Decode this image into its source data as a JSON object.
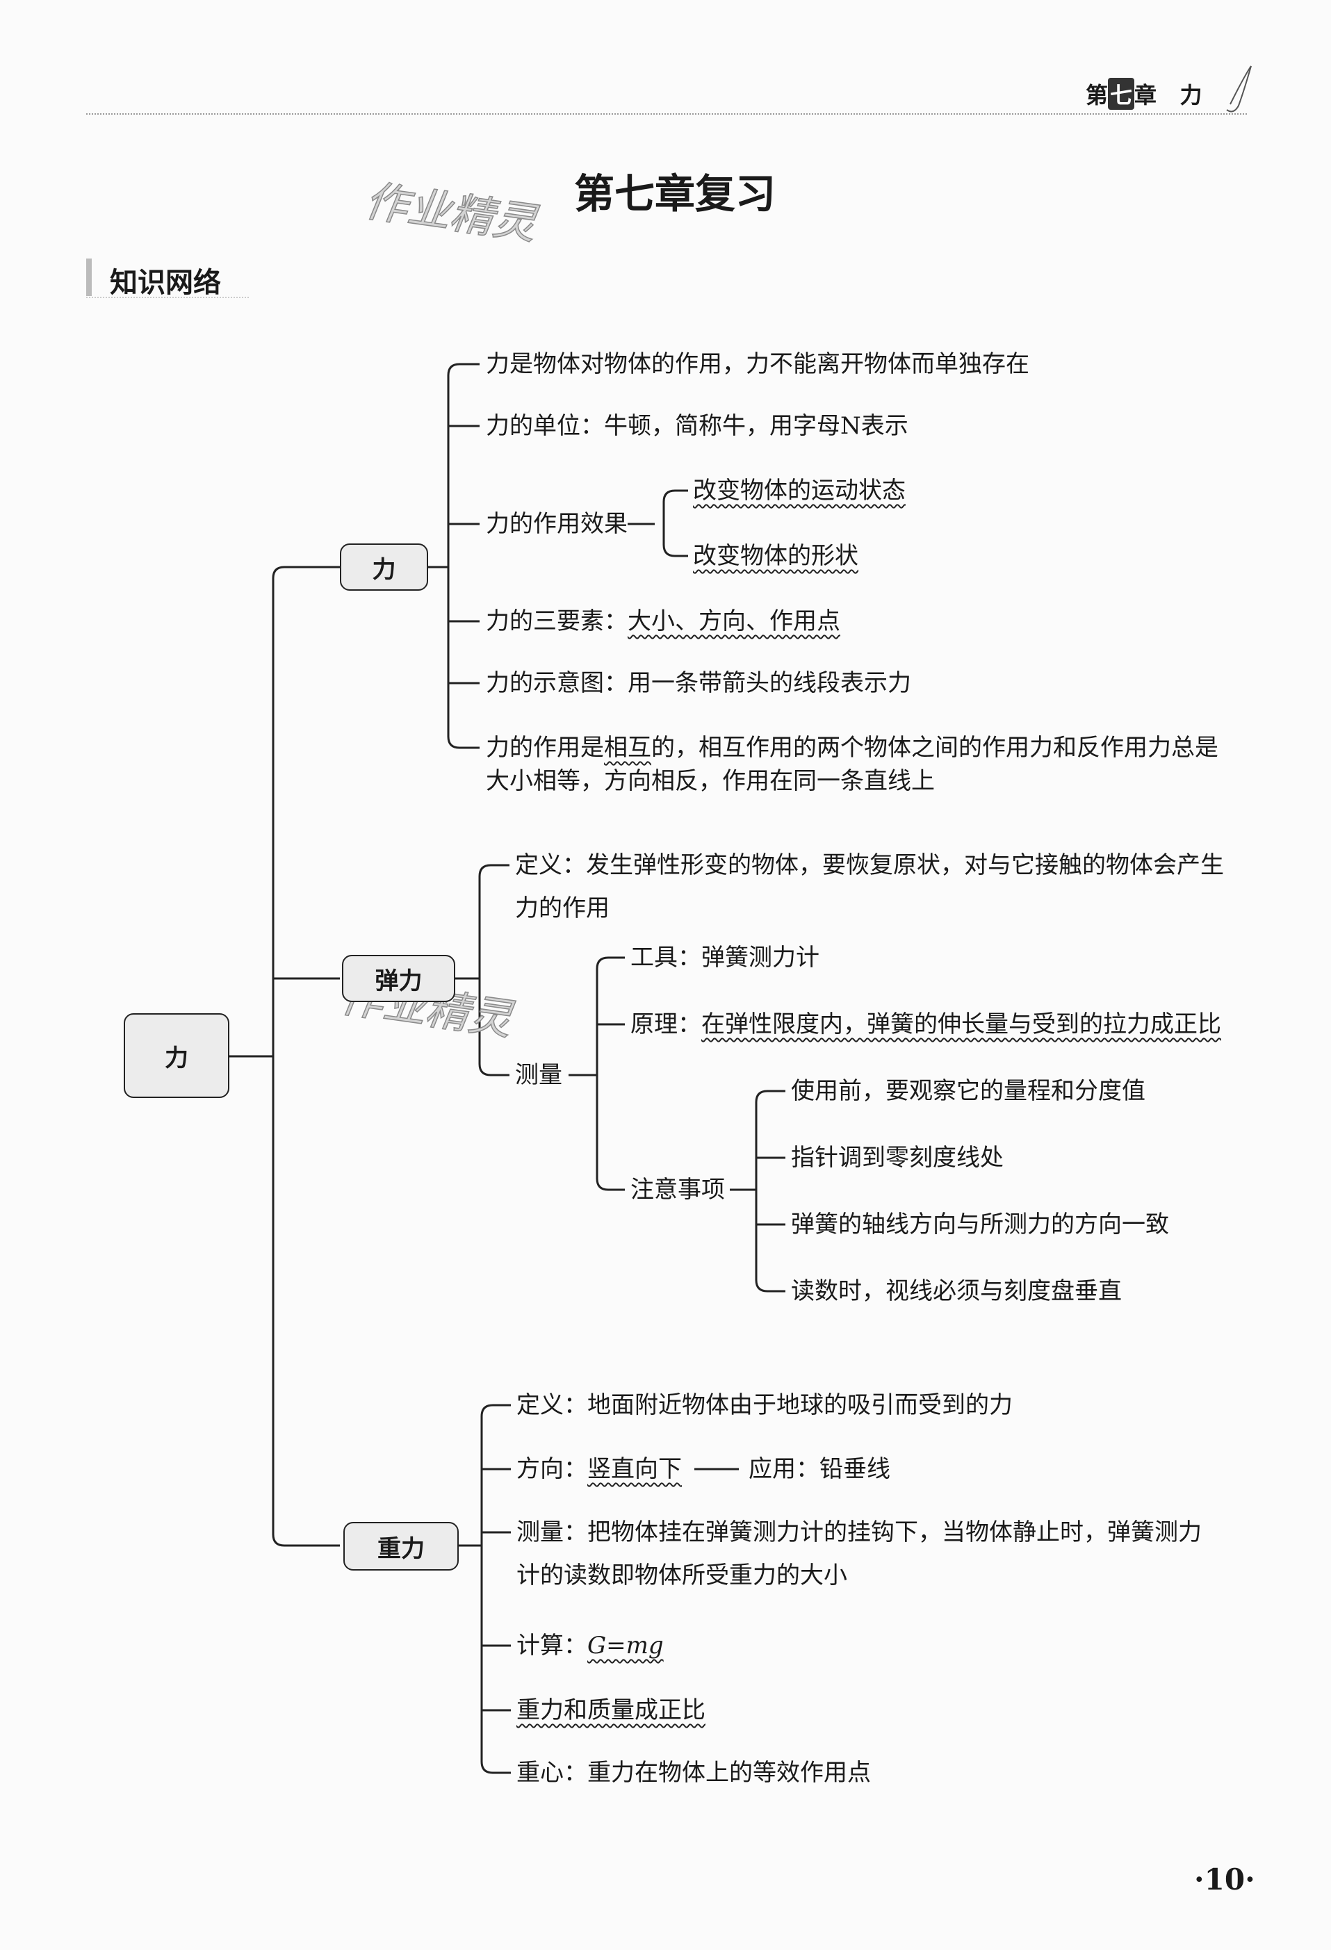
{
  "header": {
    "prefix": "第",
    "number": "七",
    "suffix": "章",
    "topic": "力"
  },
  "title": "第七章复习",
  "watermark": "作业精灵",
  "section_title": "知识网络",
  "root": "力",
  "branches": {
    "force": {
      "label": "力",
      "items": {
        "definition": "力是物体对物体的作用，力不能离开物体而单独存在",
        "unit": "力的单位：牛顿，简称牛，用字母N表示",
        "effect": "力的作用效果",
        "effect_sub": [
          "改变物体的运动状态",
          "改变物体的形状"
        ],
        "elements_prefix": "力的三要素：",
        "elements": "大小、方向、作用点",
        "diagram": "力的示意图：用一条带箭头的线段表示力",
        "mutual_prefix": "力的作用是",
        "mutual_key": "相互",
        "mutual_rest": "的，相互作用的两个物体之间的作用力和反作用力总是",
        "mutual_line2": "大小相等，方向相反，作用在同一条直线上"
      }
    },
    "elastic": {
      "label": "弹力",
      "definition_line1": "定义：发生弹性形变的物体，要恢复原状，对与它接触的物体会产生",
      "definition_line2": "力的作用",
      "measure": "测量",
      "tool": "工具：弹簧测力计",
      "principle_prefix": "原理：",
      "principle": "在弹性限度内，弹簧的伸长量与受到的拉力成正比",
      "notes_label": "注意事项",
      "notes": [
        "使用前，要观察它的量程和分度值",
        "指针调到零刻度线处",
        "弹簧的轴线方向与所测力的方向一致",
        "读数时，视线必须与刻度盘垂直"
      ]
    },
    "gravity": {
      "label": "重力",
      "definition": "定义：地面附近物体由于地球的吸引而受到的力",
      "direction_prefix": "方向：",
      "direction": "竖直向下",
      "application": "应用：铅垂线",
      "measure_line1": "测量：把物体挂在弹簧测力计的挂钩下，当物体静止时，弹簧测力",
      "measure_line2": "计的读数即物体所受重力的大小",
      "calc_prefix": "计算：",
      "formula": "G=mg",
      "proportional": "重力和质量成正比",
      "center": "重心：重力在物体上的等效作用点"
    }
  },
  "page_number": "·10·"
}
